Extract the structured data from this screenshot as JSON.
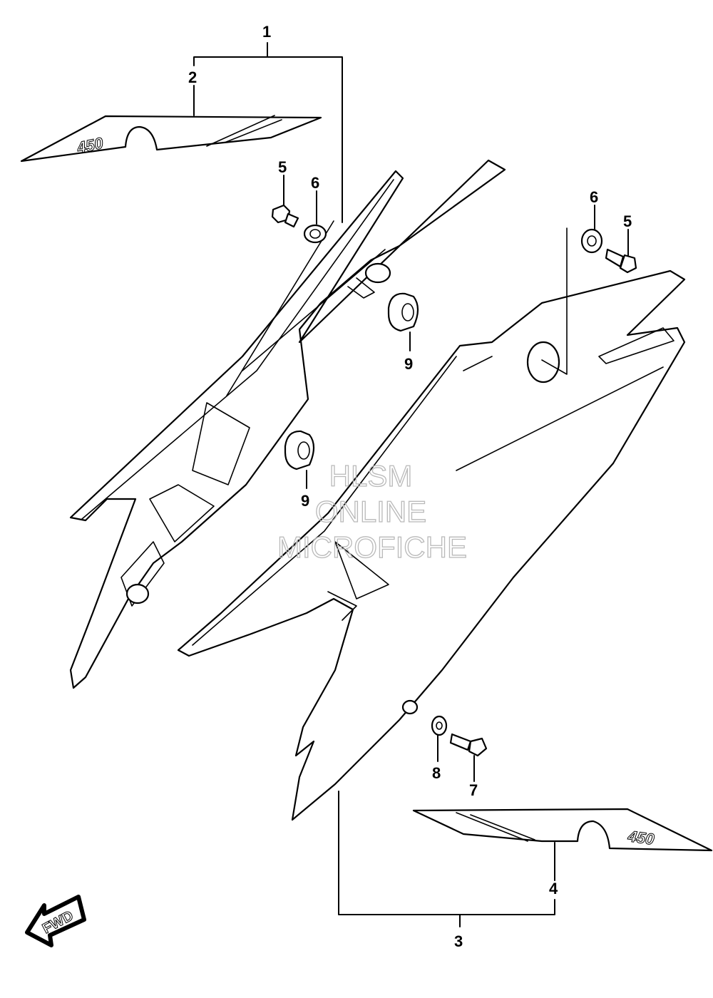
{
  "callouts": {
    "c1": "1",
    "c2": "2",
    "c3": "3",
    "c4": "4",
    "c5a": "5",
    "c5b": "5",
    "c6a": "6",
    "c6b": "6",
    "c7": "7",
    "c8": "8",
    "c9a": "9",
    "c9b": "9"
  },
  "decal_text_left": "450",
  "decal_text_right": "450",
  "fwd_label": "FWD",
  "watermark": {
    "line1": "HLSM",
    "line2": "ONLINE",
    "line3": "MICROFICHE"
  }
}
